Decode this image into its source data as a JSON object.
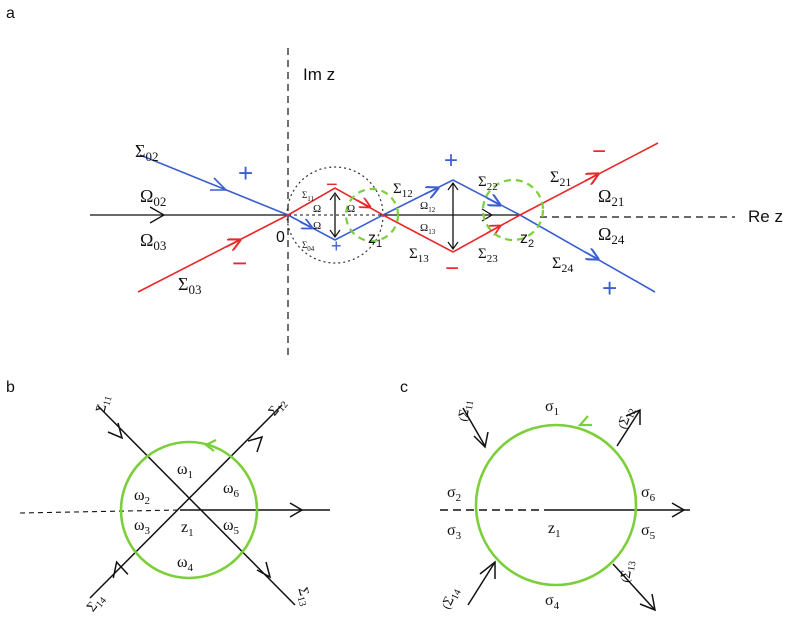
{
  "panels": {
    "a": {
      "label": "a",
      "axes": {
        "imag": "Im z",
        "real": "Re z"
      },
      "points": {
        "origin": "0",
        "z1": "z",
        "z1_sub": "1",
        "z2": "z",
        "z2_sub": "2"
      },
      "regions": {
        "O02": {
          "t": "Ω",
          "s": "02"
        },
        "O03": {
          "t": "Ω",
          "s": "03"
        },
        "O21": {
          "t": "Ω",
          "s": "21"
        },
        "O24": {
          "t": "Ω",
          "s": "24"
        },
        "O12": {
          "t": "Ω",
          "s": "12"
        },
        "O13": {
          "t": "Ω",
          "s": "13"
        },
        "Oa": {
          "t": "Ω",
          "s": ""
        },
        "Ob": {
          "t": "Ω",
          "s": ""
        },
        "Oc": {
          "t": "Ω",
          "s": ""
        }
      },
      "contours": {
        "S02": {
          "t": "Σ",
          "s": "02"
        },
        "S03": {
          "t": "Σ",
          "s": "03"
        },
        "S12": {
          "t": "Σ",
          "s": "12"
        },
        "S13": {
          "t": "Σ",
          "s": "13"
        },
        "S22": {
          "t": "Σ",
          "s": "22"
        },
        "S23": {
          "t": "Σ",
          "s": "23"
        },
        "S21": {
          "t": "Σ",
          "s": "21"
        },
        "S24": {
          "t": "Σ",
          "s": "24"
        },
        "S04": {
          "t": "Σ",
          "s": "04"
        },
        "S11": {
          "t": "Σ",
          "s": "11"
        }
      },
      "signs": {
        "plus": "+",
        "minus": "−"
      }
    },
    "b": {
      "label": "b",
      "center": {
        "t": "z",
        "s": "1"
      },
      "contours": {
        "S11": {
          "t": "Σ",
          "s": "11"
        },
        "S12": {
          "t": "Σ",
          "s": "12"
        },
        "S13": {
          "t": "Σ",
          "s": "13"
        },
        "S14": {
          "t": "Σ",
          "s": "14"
        }
      },
      "sectors": {
        "w1": {
          "t": "ω",
          "s": "1"
        },
        "w2": {
          "t": "ω",
          "s": "2"
        },
        "w3": {
          "t": "ω",
          "s": "3"
        },
        "w4": {
          "t": "ω",
          "s": "4"
        },
        "w5": {
          "t": "ω",
          "s": "5"
        },
        "w6": {
          "t": "ω",
          "s": "6"
        }
      }
    },
    "c": {
      "label": "c",
      "center": {
        "t": "z",
        "s": "1"
      },
      "contours": {
        "S11": {
          "t": "Σ",
          "s": "11"
        },
        "S12": {
          "t": "Σ",
          "s": "12"
        },
        "S13": {
          "t": "Σ",
          "s": "13"
        },
        "S14": {
          "t": "Σ",
          "s": "14"
        }
      },
      "sectors": {
        "s1": {
          "t": "σ",
          "s": "1"
        },
        "s2": {
          "t": "σ",
          "s": "2"
        },
        "s3": {
          "t": "σ",
          "s": "3"
        },
        "s4": {
          "t": "σ",
          "s": "4"
        },
        "s5": {
          "t": "σ",
          "s": "5"
        },
        "s6": {
          "t": "σ",
          "s": "6"
        }
      }
    }
  },
  "colors": {
    "blue": "#3a5fd0",
    "red": "#e8282b",
    "green": "#7ccf3a",
    "black": "#111111"
  }
}
